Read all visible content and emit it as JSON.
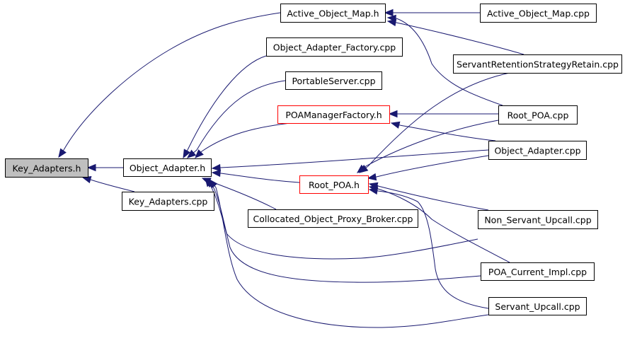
{
  "diagram": {
    "type": "include-dependency-graph",
    "colors": {
      "edge": "#191970",
      "root_fill": "#bfbfbf",
      "node_fill": "#ffffff",
      "node_border": "#000000",
      "truncated_border": "#ff0000"
    },
    "nodes": [
      {
        "id": "key_adapters_h",
        "label": "Key_Adapters.h",
        "style": "root"
      },
      {
        "id": "object_adapter_h",
        "label": "Object_Adapter.h",
        "style": "normal"
      },
      {
        "id": "key_adapters_cpp",
        "label": "Key_Adapters.cpp",
        "style": "normal"
      },
      {
        "id": "active_object_map_h",
        "label": "Active_Object_Map.h",
        "style": "normal"
      },
      {
        "id": "object_adapter_factory_cpp",
        "label": "Object_Adapter_Factory.cpp",
        "style": "normal"
      },
      {
        "id": "portableserver_cpp",
        "label": "PortableServer.cpp",
        "style": "normal"
      },
      {
        "id": "poamanagerfactory_h",
        "label": "POAManagerFactory.h",
        "style": "truncated"
      },
      {
        "id": "root_poa_h",
        "label": "Root_POA.h",
        "style": "truncated"
      },
      {
        "id": "collocated_cpp",
        "label": "Collocated_Object_Proxy_Broker.cpp",
        "style": "normal"
      },
      {
        "id": "active_object_map_cpp",
        "label": "Active_Object_Map.cpp",
        "style": "normal"
      },
      {
        "id": "servant_retention_cpp",
        "label": "ServantRetentionStrategyRetain.cpp",
        "style": "normal"
      },
      {
        "id": "root_poa_cpp",
        "label": "Root_POA.cpp",
        "style": "normal"
      },
      {
        "id": "object_adapter_cpp",
        "label": "Object_Adapter.cpp",
        "style": "normal"
      },
      {
        "id": "non_servant_upcall_cpp",
        "label": "Non_Servant_Upcall.cpp",
        "style": "normal"
      },
      {
        "id": "poa_current_impl_cpp",
        "label": "POA_Current_Impl.cpp",
        "style": "normal"
      },
      {
        "id": "servant_upcall_cpp",
        "label": "Servant_Upcall.cpp",
        "style": "normal"
      }
    ],
    "edges": [
      {
        "from": "object_adapter_h",
        "to": "key_adapters_h"
      },
      {
        "from": "key_adapters_cpp",
        "to": "key_adapters_h"
      },
      {
        "from": "active_object_map_h",
        "to": "key_adapters_h"
      },
      {
        "from": "object_adapter_factory_cpp",
        "to": "object_adapter_h"
      },
      {
        "from": "portableserver_cpp",
        "to": "object_adapter_h"
      },
      {
        "from": "poamanagerfactory_h",
        "to": "object_adapter_h"
      },
      {
        "from": "object_adapter_cpp",
        "to": "object_adapter_h"
      },
      {
        "from": "root_poa_h",
        "to": "object_adapter_h"
      },
      {
        "from": "collocated_cpp",
        "to": "object_adapter_h"
      },
      {
        "from": "non_servant_upcall_cpp",
        "to": "object_adapter_h"
      },
      {
        "from": "poa_current_impl_cpp",
        "to": "object_adapter_h"
      },
      {
        "from": "servant_upcall_cpp",
        "to": "object_adapter_h"
      },
      {
        "from": "active_object_map_cpp",
        "to": "active_object_map_h"
      },
      {
        "from": "servant_retention_cpp",
        "to": "active_object_map_h"
      },
      {
        "from": "root_poa_cpp",
        "to": "active_object_map_h"
      },
      {
        "from": "root_poa_cpp",
        "to": "poamanagerfactory_h"
      },
      {
        "from": "object_adapter_cpp",
        "to": "poamanagerfactory_h"
      },
      {
        "from": "servant_retention_cpp",
        "to": "root_poa_h"
      },
      {
        "from": "root_poa_cpp",
        "to": "root_poa_h"
      },
      {
        "from": "object_adapter_cpp",
        "to": "root_poa_h"
      },
      {
        "from": "non_servant_upcall_cpp",
        "to": "root_poa_h"
      },
      {
        "from": "poa_current_impl_cpp",
        "to": "root_poa_h"
      },
      {
        "from": "servant_upcall_cpp",
        "to": "root_poa_h"
      }
    ]
  }
}
